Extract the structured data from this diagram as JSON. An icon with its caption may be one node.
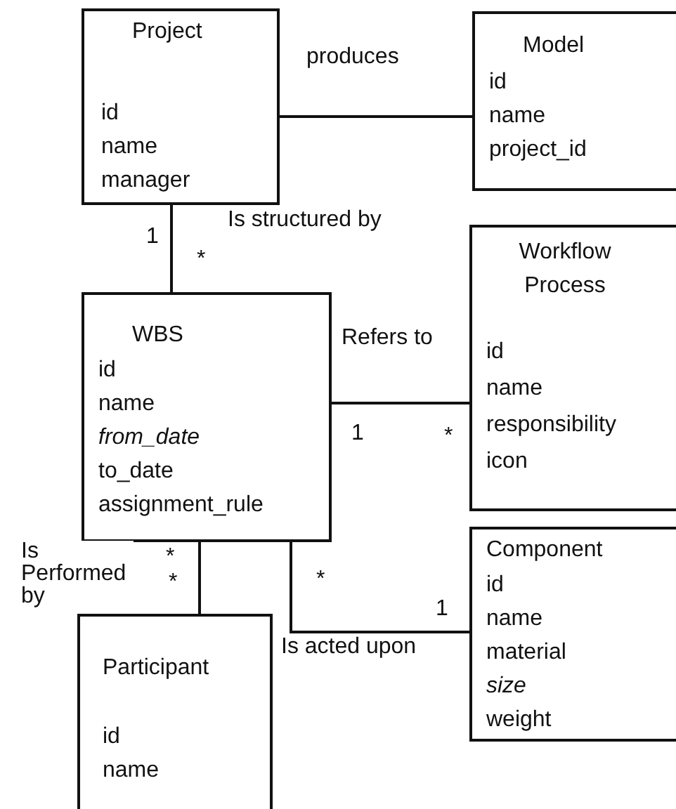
{
  "diagram": {
    "nodes": [
      {
        "text": [
          "Project",
          "id",
          "name",
          "manager"
        ]
      },
      {
        "text": [
          "Model",
          "id",
          "name",
          "project_id"
        ]
      },
      {
        "text": [
          "Workflow Process",
          "id",
          "name",
          "responsibility",
          "icon"
        ]
      },
      {
        "text": [
          "WBS",
          "id",
          "name",
          "from_date",
          "to_date",
          "assignment_rule"
        ]
      },
      {
        "text": [
          "Component",
          "id",
          "name",
          "material",
          "size",
          "weight"
        ]
      },
      {
        "text": [
          "Participant",
          "id",
          "name"
        ]
      }
    ],
    "edges": [
      {
        "from": 0,
        "to": 1,
        "arrow": "none",
        "label": "produces"
      },
      {
        "from": 0,
        "to": 3,
        "arrow": "none",
        "label": "Is structured by"
      },
      {
        "from": 3,
        "to": 2,
        "arrow": "none",
        "label": "Refers to"
      },
      {
        "from": 3,
        "to": 5,
        "arrow": "none",
        "label": "Is Performed by"
      },
      {
        "from": 3,
        "to": 4,
        "arrow": "none",
        "label": "Is acted upon"
      }
    ],
    "labels": [
      "1",
      "*",
      "1",
      "*",
      "*",
      "*",
      "*",
      "1"
    ]
  }
}
